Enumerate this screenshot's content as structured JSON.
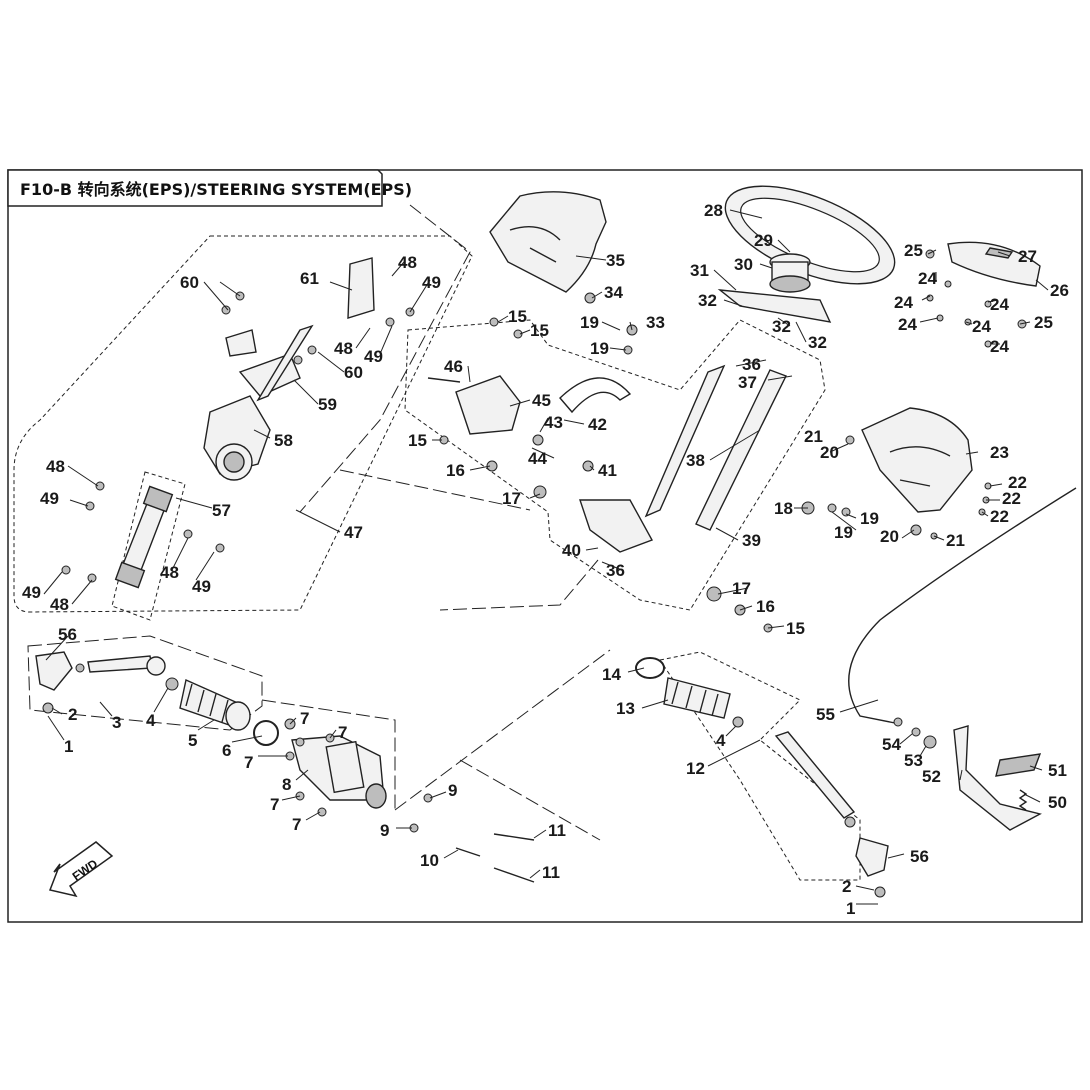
{
  "diagram": {
    "title": "F10-B 转向系统(EPS)/STEERING SYSTEM(EPS)",
    "direction_marker": "FWD",
    "callouts": [
      {
        "id": "c1",
        "label": "1"
      },
      {
        "id": "c2",
        "label": "2"
      },
      {
        "id": "c3",
        "label": "3"
      },
      {
        "id": "c4",
        "label": "4"
      },
      {
        "id": "c5",
        "label": "5"
      },
      {
        "id": "c6",
        "label": "6"
      },
      {
        "id": "c7a",
        "label": "7"
      },
      {
        "id": "c7b",
        "label": "7"
      },
      {
        "id": "c7c",
        "label": "7"
      },
      {
        "id": "c7d",
        "label": "7"
      },
      {
        "id": "c7e",
        "label": "7"
      },
      {
        "id": "c8",
        "label": "8"
      },
      {
        "id": "c9a",
        "label": "9"
      },
      {
        "id": "c9b",
        "label": "9"
      },
      {
        "id": "c10",
        "label": "10"
      },
      {
        "id": "c11a",
        "label": "11"
      },
      {
        "id": "c11b",
        "label": "11"
      },
      {
        "id": "c12",
        "label": "12"
      },
      {
        "id": "c13",
        "label": "13"
      },
      {
        "id": "c14",
        "label": "14"
      },
      {
        "id": "c4b",
        "label": "4"
      },
      {
        "id": "c56a",
        "label": "56"
      },
      {
        "id": "c56b",
        "label": "56"
      },
      {
        "id": "c2b",
        "label": "2"
      },
      {
        "id": "c1b",
        "label": "1"
      },
      {
        "id": "c15a",
        "label": "15"
      },
      {
        "id": "c15b",
        "label": "15"
      },
      {
        "id": "c15c",
        "label": "15"
      },
      {
        "id": "c15d",
        "label": "15"
      },
      {
        "id": "c16a",
        "label": "16"
      },
      {
        "id": "c16b",
        "label": "16"
      },
      {
        "id": "c17a",
        "label": "17"
      },
      {
        "id": "c17b",
        "label": "17"
      },
      {
        "id": "c18",
        "label": "18"
      },
      {
        "id": "c19a",
        "label": "19"
      },
      {
        "id": "c19b",
        "label": "19"
      },
      {
        "id": "c19c",
        "label": "19"
      },
      {
        "id": "c19d",
        "label": "19"
      },
      {
        "id": "c20a",
        "label": "20"
      },
      {
        "id": "c20b",
        "label": "20"
      },
      {
        "id": "c21a",
        "label": "21"
      },
      {
        "id": "c21b",
        "label": "21"
      },
      {
        "id": "c22a",
        "label": "22"
      },
      {
        "id": "c22b",
        "label": "22"
      },
      {
        "id": "c22c",
        "label": "22"
      },
      {
        "id": "c23",
        "label": "23"
      },
      {
        "id": "c24a",
        "label": "24"
      },
      {
        "id": "c24b",
        "label": "24"
      },
      {
        "id": "c24c",
        "label": "24"
      },
      {
        "id": "c24d",
        "label": "24"
      },
      {
        "id": "c24e",
        "label": "24"
      },
      {
        "id": "c24f",
        "label": "24"
      },
      {
        "id": "c25a",
        "label": "25"
      },
      {
        "id": "c25b",
        "label": "25"
      },
      {
        "id": "c26",
        "label": "26"
      },
      {
        "id": "c27",
        "label": "27"
      },
      {
        "id": "c28",
        "label": "28"
      },
      {
        "id": "c29",
        "label": "29"
      },
      {
        "id": "c30",
        "label": "30"
      },
      {
        "id": "c31",
        "label": "31"
      },
      {
        "id": "c32a",
        "label": "32"
      },
      {
        "id": "c32b",
        "label": "32"
      },
      {
        "id": "c32c",
        "label": "32"
      },
      {
        "id": "c33",
        "label": "33"
      },
      {
        "id": "c34",
        "label": "34"
      },
      {
        "id": "c35",
        "label": "35"
      },
      {
        "id": "c36a",
        "label": "36"
      },
      {
        "id": "c36b",
        "label": "36"
      },
      {
        "id": "c37",
        "label": "37"
      },
      {
        "id": "c38",
        "label": "38"
      },
      {
        "id": "c39",
        "label": "39"
      },
      {
        "id": "c40",
        "label": "40"
      },
      {
        "id": "c41",
        "label": "41"
      },
      {
        "id": "c42",
        "label": "42"
      },
      {
        "id": "c43",
        "label": "43"
      },
      {
        "id": "c44",
        "label": "44"
      },
      {
        "id": "c45",
        "label": "45"
      },
      {
        "id": "c46",
        "label": "46"
      },
      {
        "id": "c47",
        "label": "47"
      },
      {
        "id": "c48a",
        "label": "48"
      },
      {
        "id": "c48b",
        "label": "48"
      },
      {
        "id": "c48c",
        "label": "48"
      },
      {
        "id": "c48d",
        "label": "48"
      },
      {
        "id": "c48e",
        "label": "48"
      },
      {
        "id": "c49a",
        "label": "49"
      },
      {
        "id": "c49b",
        "label": "49"
      },
      {
        "id": "c49c",
        "label": "49"
      },
      {
        "id": "c49d",
        "label": "49"
      },
      {
        "id": "c49e",
        "label": "49"
      },
      {
        "id": "c50",
        "label": "50"
      },
      {
        "id": "c51",
        "label": "51"
      },
      {
        "id": "c52",
        "label": "52"
      },
      {
        "id": "c53",
        "label": "53"
      },
      {
        "id": "c54",
        "label": "54"
      },
      {
        "id": "c55",
        "label": "55"
      },
      {
        "id": "c57",
        "label": "57"
      },
      {
        "id": "c58",
        "label": "58"
      },
      {
        "id": "c59",
        "label": "59"
      },
      {
        "id": "c60a",
        "label": "60"
      },
      {
        "id": "c60b",
        "label": "60"
      },
      {
        "id": "c61",
        "label": "61"
      }
    ]
  }
}
